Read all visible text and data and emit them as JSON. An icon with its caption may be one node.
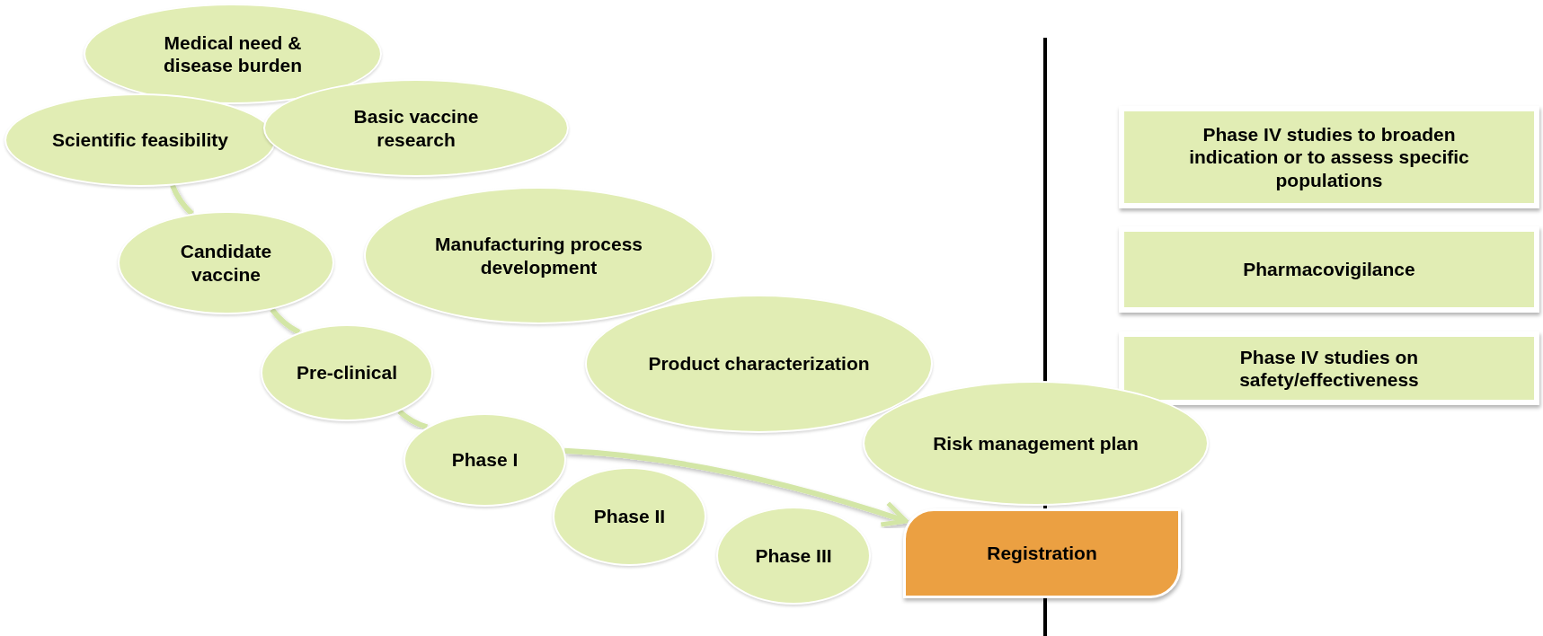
{
  "diagram": {
    "nodes": [
      {
        "text": [
          "Medical need & disease burden"
        ]
      },
      {
        "text": [
          "Scientific feasibility"
        ]
      },
      {
        "text": [
          "Basic vaccine research"
        ]
      },
      {
        "text": [
          "Candidate vaccine"
        ]
      },
      {
        "text": [
          "Manufacturing process development"
        ]
      },
      {
        "text": [
          "Pre-clinical"
        ]
      },
      {
        "text": [
          "Product characterization"
        ]
      },
      {
        "text": [
          "Phase I"
        ]
      },
      {
        "text": [
          "Phase II"
        ]
      },
      {
        "text": [
          "Phase III"
        ]
      },
      {
        "text": [
          "Risk management plan"
        ]
      },
      {
        "text": [
          "Registration"
        ]
      },
      {
        "text": [
          "Phase IV studies to broaden indication or to assess specific populations"
        ]
      },
      {
        "text": [
          "Pharmacovigilance"
        ]
      },
      {
        "text": [
          "Phase IV studies on safety/effectiveness"
        ]
      }
    ],
    "edges": [
      {
        "from": 1,
        "to": 3,
        "arrow": "none"
      },
      {
        "from": 3,
        "to": 5,
        "arrow": "none"
      },
      {
        "from": 5,
        "to": 7,
        "arrow": "none"
      },
      {
        "from": 7,
        "to": 11,
        "arrow": "to"
      }
    ]
  }
}
